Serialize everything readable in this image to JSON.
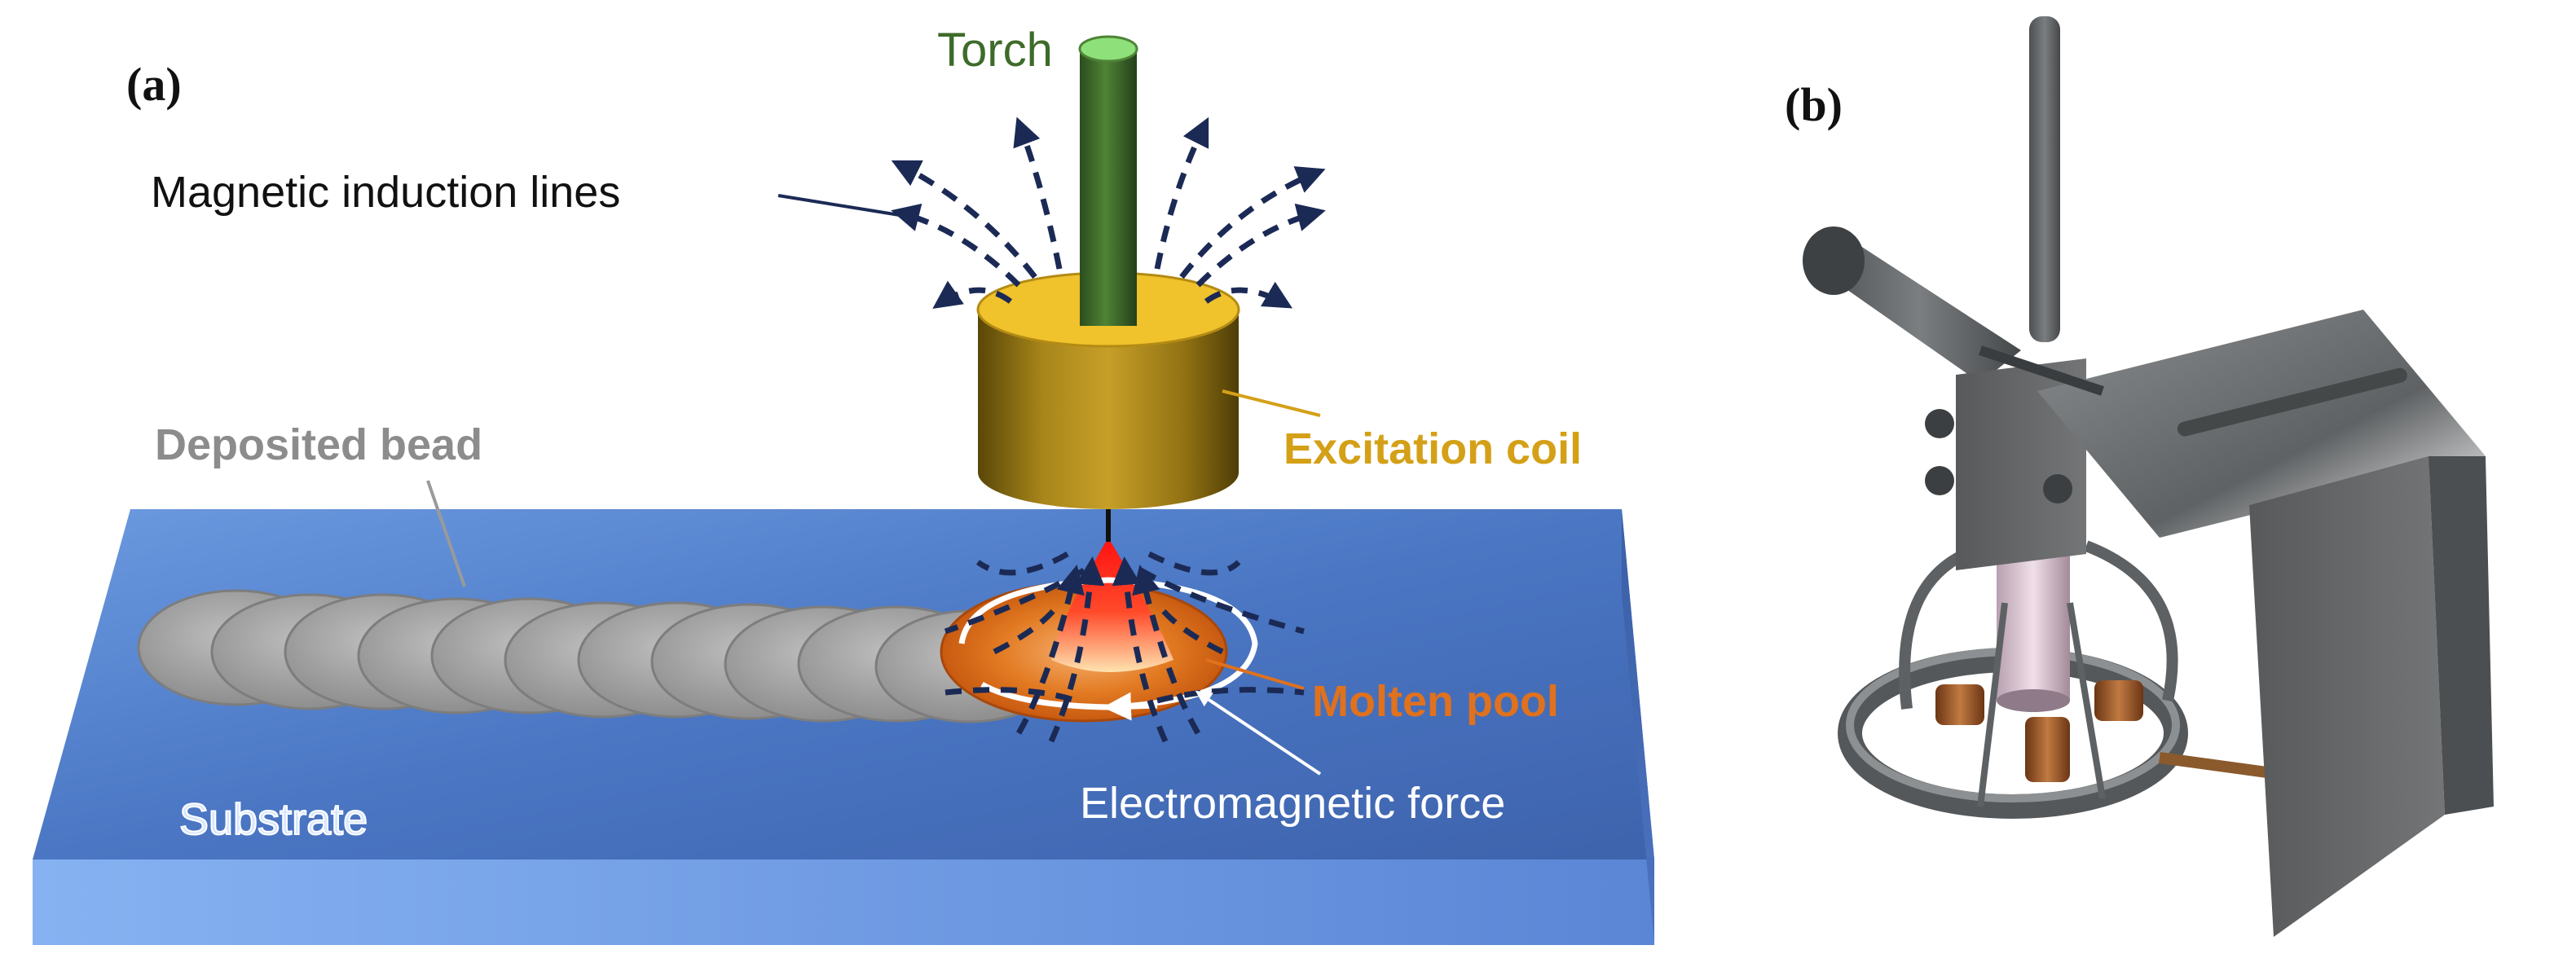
{
  "panels": {
    "a_label": "(a)",
    "b_label": "(b)"
  },
  "labels": {
    "torch": "Torch",
    "magnetic_lines": "Magnetic induction lines",
    "deposited_bead": "Deposited bead",
    "excitation_coil": "Excitation coil",
    "molten_pool": "Molten pool",
    "substrate": "Substrate",
    "em_force": "Electromagnetic force"
  },
  "colors": {
    "substrate_top": "#4f79c4",
    "substrate_front": "#6d9ae6",
    "bead": "#a9a9a9",
    "coil": "#e8b920",
    "torch": "#3e6b2a",
    "torch_tip": "#8ee07a",
    "field_lines": "#1b2a55",
    "molten_pool": "#e0711d",
    "coil_label": "#d4a017",
    "pool_label": "#e0711d",
    "torch_label": "#3e6b2a",
    "device_metal": "#6b6e70",
    "copper_coil": "#b06a35"
  }
}
